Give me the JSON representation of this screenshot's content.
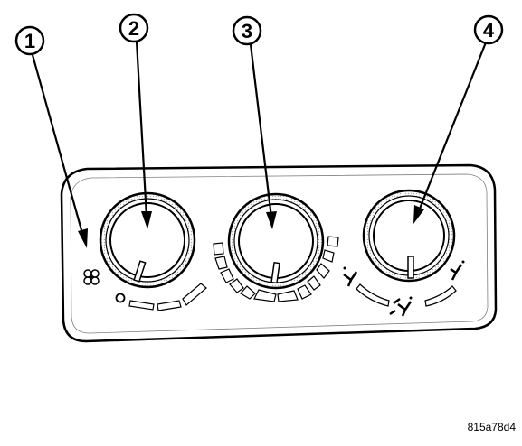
{
  "callouts": [
    {
      "number": "1"
    },
    {
      "number": "2"
    },
    {
      "number": "3"
    },
    {
      "number": "4"
    }
  ],
  "figure_code": "815a78d4",
  "colors": {
    "ink": "#000000",
    "paper": "#ffffff",
    "shading": "#d8d8d8"
  },
  "icons": {
    "blower_symbol": "fan-icon",
    "off_position": "off-circle-icon",
    "mode_floor": "floor-mode-icon",
    "mode_defrost": "defrost-mode-icon",
    "mode_floor_defrost": "floor-defrost-mode-icon"
  }
}
